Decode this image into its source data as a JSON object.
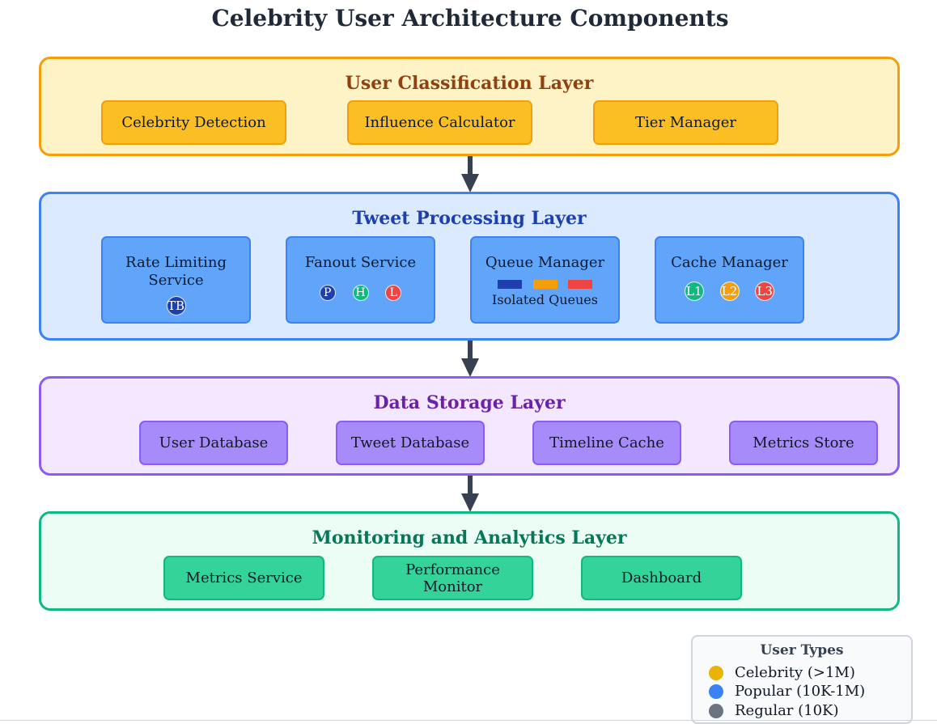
{
  "title": "Celebrity User Architecture Components",
  "layers": [
    {
      "title": "User Classification Layer",
      "components": [
        {
          "label": "Celebrity Detection"
        },
        {
          "label": "Influence Calculator"
        },
        {
          "label": "Tier Manager"
        }
      ]
    },
    {
      "title": "Tweet Processing Layer",
      "components": [
        {
          "label": "Rate Limiting Service",
          "badges": [
            "TB"
          ]
        },
        {
          "label": "Fanout Service",
          "badges": [
            "P",
            "H",
            "L"
          ]
        },
        {
          "label": "Queue Manager",
          "sublabel": "Isolated Queues"
        },
        {
          "label": "Cache Manager",
          "badges": [
            "L1",
            "L2",
            "L3"
          ]
        }
      ]
    },
    {
      "title": "Data Storage Layer",
      "components": [
        {
          "label": "User Database"
        },
        {
          "label": "Tweet Database"
        },
        {
          "label": "Timeline Cache"
        },
        {
          "label": "Metrics Store"
        }
      ]
    },
    {
      "title": "Monitoring and Analytics Layer",
      "components": [
        {
          "label": "Metrics Service"
        },
        {
          "label": "Performance Monitor"
        },
        {
          "label": "Dashboard"
        }
      ]
    }
  ],
  "legend": {
    "title": "User Types",
    "items": [
      {
        "label": "Celebrity (>1M)",
        "color": "#eab308"
      },
      {
        "label": "Popular (10K-1M)",
        "color": "#3b82f6"
      },
      {
        "label": "Regular (10K)",
        "color": "#6b7280"
      }
    ]
  },
  "colors": {
    "classification_fill": "#fef3c7",
    "classification_border": "#f59e0b",
    "classification_text": "#92400e",
    "processing_fill": "#dbeafe",
    "processing_border": "#3b82f6",
    "processing_text": "#1e40af",
    "storage_fill": "#f3e8ff",
    "storage_border": "#8b5cf6",
    "storage_text": "#6b21a8",
    "monitoring_fill": "#ecfdf5",
    "monitoring_border": "#10b981",
    "monitoring_text": "#047857",
    "badge_priority_high": "#1e40af",
    "badge_high": "#10b981",
    "badge_low": "#ef4444",
    "badge_l2": "#f59e0b",
    "arrow": "#374151"
  }
}
